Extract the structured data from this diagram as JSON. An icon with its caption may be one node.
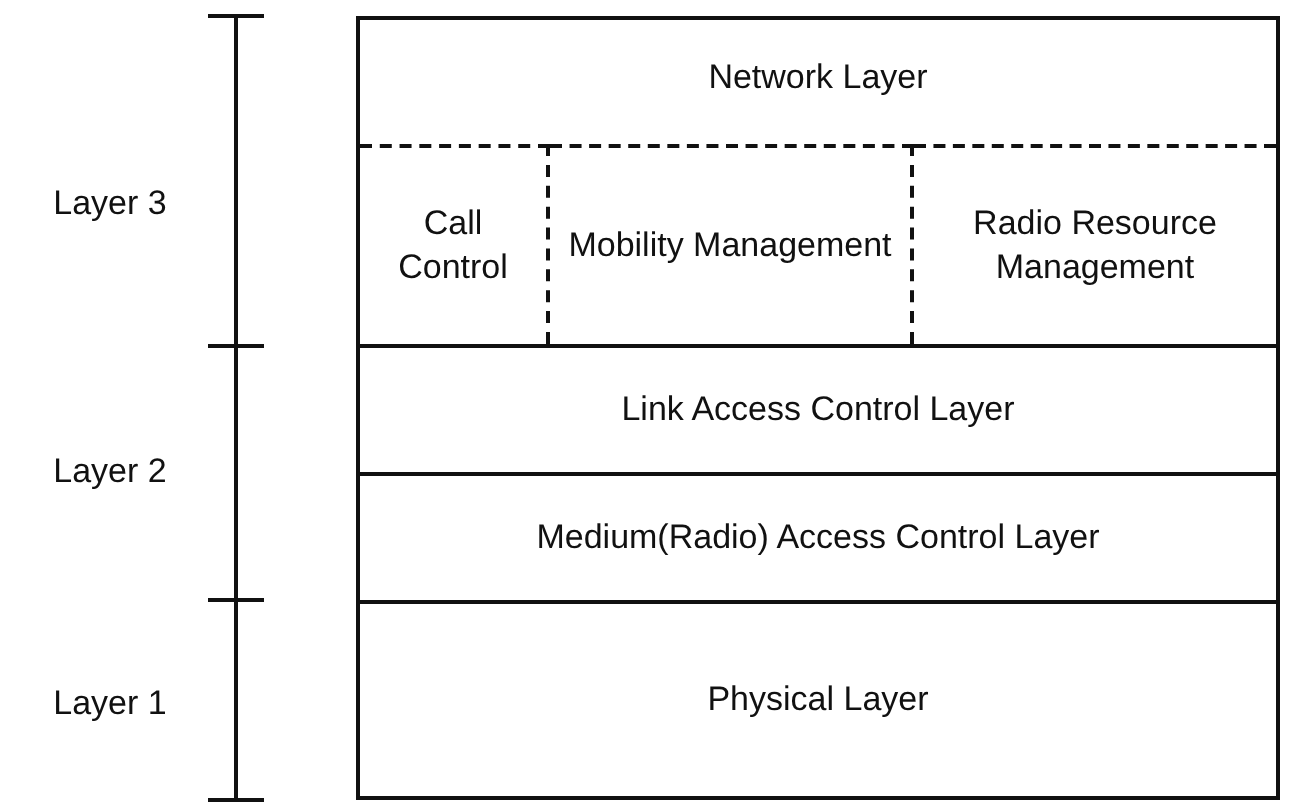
{
  "diagram": {
    "nodes": [
      {
        "text": [
          "Network Layer"
        ]
      },
      {
        "text": [
          "Call Control"
        ],
        "in": 0
      },
      {
        "text": [
          "Mobility Management"
        ],
        "in": 0
      },
      {
        "text": [
          "Radio Resource Management"
        ],
        "in": 0
      },
      {
        "text": [
          "Link Access Control Layer"
        ]
      },
      {
        "text": [
          "Medium(Radio) Access Control Layer"
        ]
      },
      {
        "text": [
          "Physical Layer"
        ]
      }
    ],
    "edges": [],
    "labels": [
      "Layer 3",
      "Layer 2",
      "Layer 1"
    ]
  }
}
